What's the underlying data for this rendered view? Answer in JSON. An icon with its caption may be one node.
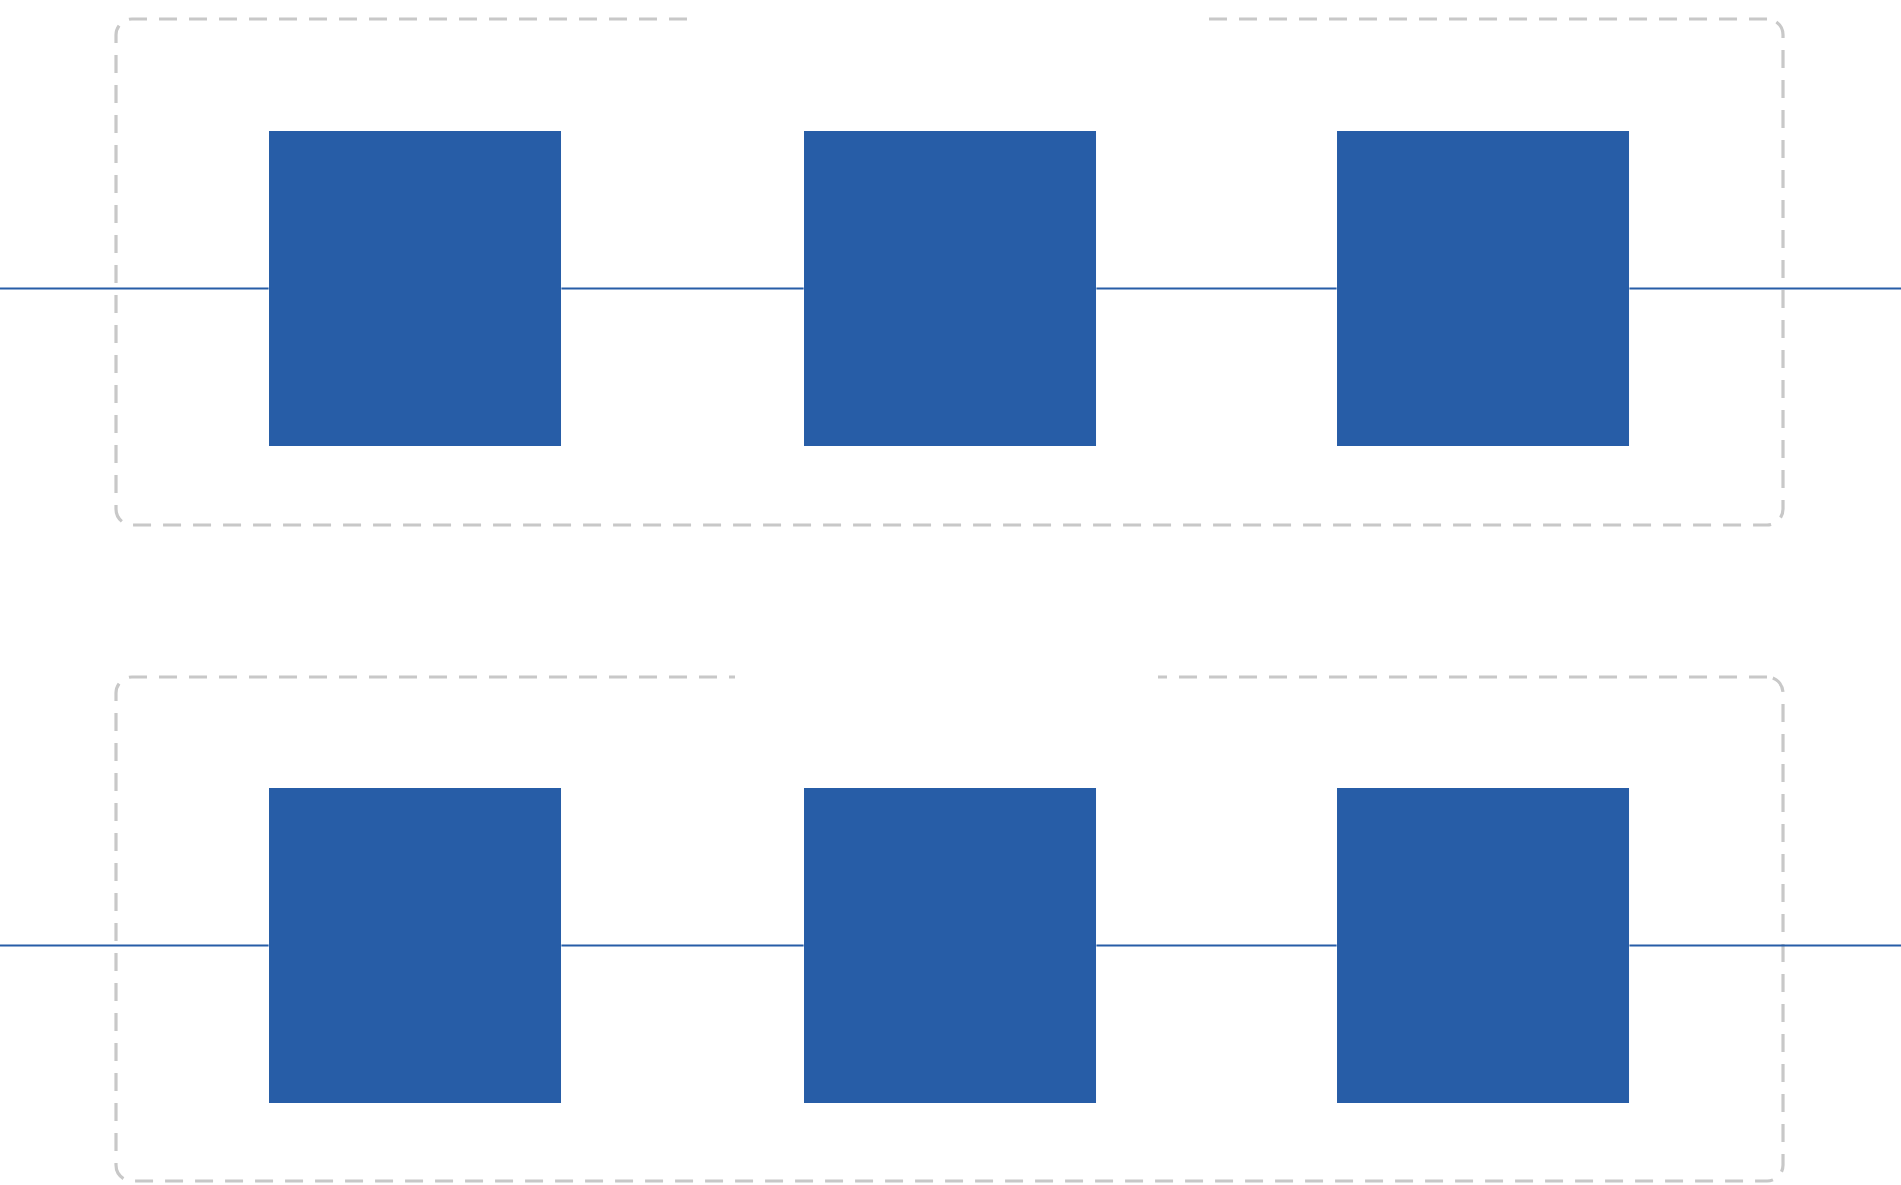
{
  "diagram": {
    "nodes": [
      {
        "text": [],
        "shape": "box"
      },
      {
        "text": [],
        "shape": "box",
        "in": 0
      },
      {
        "text": [],
        "shape": "box",
        "in": 0
      },
      {
        "text": [],
        "shape": "box",
        "in": 0
      },
      {
        "text": [],
        "shape": "box"
      },
      {
        "text": [],
        "shape": "box",
        "in": 4
      },
      {
        "text": [],
        "shape": "box",
        "in": 4
      },
      {
        "text": [],
        "shape": "box",
        "in": 4
      }
    ],
    "edges": [
      {
        "from": null,
        "to": 1,
        "arrow": "none"
      },
      {
        "from": 1,
        "to": 2,
        "arrow": "none"
      },
      {
        "from": 2,
        "to": 3,
        "arrow": "none"
      },
      {
        "from": 3,
        "to": null,
        "arrow": "none"
      },
      {
        "from": null,
        "to": 5,
        "arrow": "none"
      },
      {
        "from": 5,
        "to": 6,
        "arrow": "none"
      },
      {
        "from": 6,
        "to": 7,
        "arrow": "none"
      },
      {
        "from": 7,
        "to": null,
        "arrow": "none"
      }
    ]
  }
}
